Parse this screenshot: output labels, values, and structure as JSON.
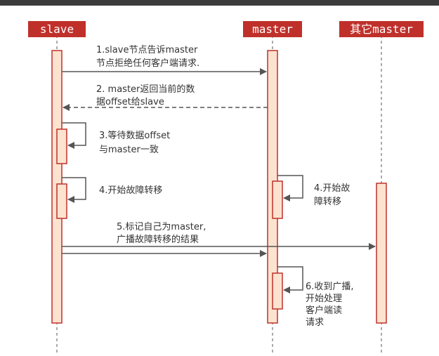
{
  "colors": {
    "header_bg": "#c0302b",
    "activation_fill": "#fbe3cf",
    "activation_stroke": "#c0302b",
    "arrow": "#555555",
    "lifeline": "#555555",
    "text": "#333333"
  },
  "participants": [
    {
      "label": "slave"
    },
    {
      "label": "master"
    },
    {
      "label": "其它master"
    }
  ],
  "messages": [
    {
      "lines": [
        "1.slave节点告诉master",
        "节点拒绝任何客户端请求."
      ]
    },
    {
      "lines": [
        "2. master返回当前的数",
        "据offset给slave"
      ]
    },
    {
      "lines": [
        "3.等待数据offset",
        "与master一致"
      ]
    },
    {
      "lines": [
        "4.开始故障转移"
      ]
    },
    {
      "lines": [
        "4.开始故",
        "障转移"
      ]
    },
    {
      "lines": [
        "5.标记自己为master,",
        "广播故障转移的结果"
      ]
    },
    {
      "lines": [
        "6.收到广播,",
        "开始处理",
        "客户端读",
        "请求"
      ]
    }
  ]
}
